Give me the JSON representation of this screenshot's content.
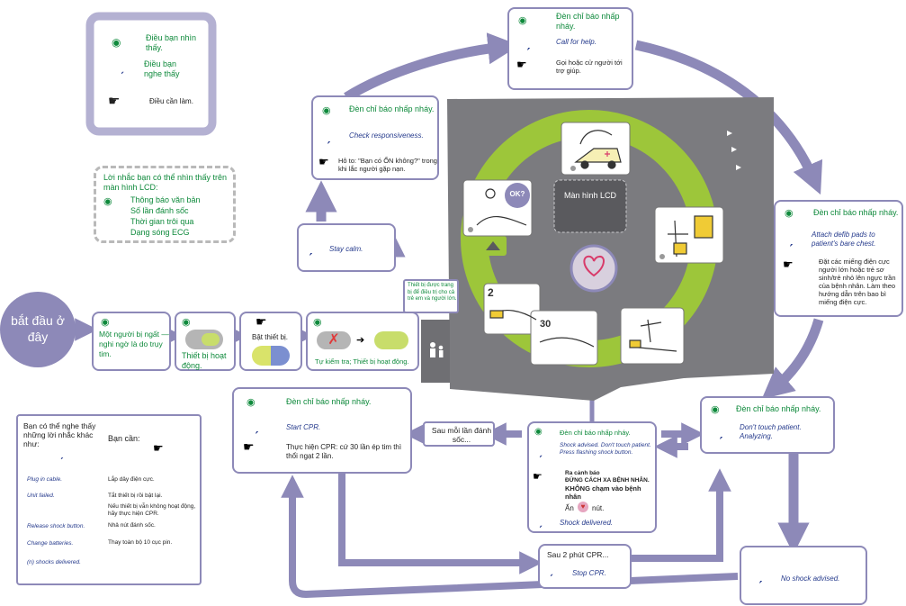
{
  "legend": {
    "see": "Điều bạn nhìn thấy.",
    "hear": "Điều bạn nghe thấy",
    "do": "Điều cần làm."
  },
  "lcd_reminder": {
    "title": "Lời nhắc bạn có thể nhìn thấy trên màn hình LCD:",
    "items": [
      "Thông báo văn bản",
      "Số lần đánh sốc",
      "Thời gian trôi qua",
      "Dạng sóng ECG"
    ]
  },
  "start": {
    "label": "bắt đầu ở đây"
  },
  "steps": {
    "collapse": "Một người bị ngất — nghi ngờ là do trụy tim.",
    "device_active": "Thiết bị hoạt động.",
    "turn_on": "Bật thiết bị.",
    "self_test": "Tự kiểm tra; Thiết bị hoạt động.",
    "adult_child_note": "Thiết bị được trang bị để điều trị cho cả trẻ em và người lớn."
  },
  "stay_calm": {
    "hear": "Stay calm."
  },
  "check": {
    "see": "Đèn chỉ báo nhấp nháy.",
    "hear": "Check responsiveness.",
    "do": "Hô to: \"Bạn có ỔN không?\" trong khi lắc người gặp nạn."
  },
  "call": {
    "see": "Đèn chỉ báo nhấp nháy.",
    "hear": "Call for help.",
    "do": "Gọi hoặc cử người tới trợ giúp."
  },
  "pads": {
    "see": "Đèn chỉ báo nhấp nháy.",
    "hear": "Attach defib pads to patient's bare chest.",
    "do": "Đặt các miếng điện cực người lớn hoặc trẻ sơ sinh/trẻ nhỏ lên ngực trần của bệnh nhân. Làm theo hướng dẫn trên bao bì miếng điện cực."
  },
  "analyze": {
    "see": "Đèn chỉ báo nhấp nháy.",
    "hear": "Don't touch patient. Analyzing."
  },
  "shock": {
    "see": "Đèn chỉ báo nhấp nháy.",
    "hear": "Shock advised. Don't touch patient. Press flashing shock button.",
    "do_1": "Ra cảnh báo",
    "do_2": "ĐỨNG CÁCH XA BỆNH NHÂN.",
    "do_3": "KHÔNG chạm vào bệnh nhân",
    "do_4": "Ấn",
    "do_5": "nút.",
    "hear2": "Shock delivered."
  },
  "cpr": {
    "see": "Đèn chỉ báo nhấp nháy.",
    "hear": "Start CPR.",
    "do": "Thực hiện CPR: cứ 30 lần ép tim thì thổi ngạt 2 lần."
  },
  "after_shock": "Sau mỗi lần đánh sốc...",
  "after_2min": {
    "title": "Sau 2 phút CPR...",
    "hear": "Stop CPR."
  },
  "no_shock": {
    "hear": "No shock advised."
  },
  "lcd_label": "Màn hình LCD",
  "device_labels": {
    "ok": "OK?",
    "two": "2",
    "thirty": "30"
  },
  "prompts": {
    "header_left": "Bạn có thể nghe thấy những lời nhắc khác như:",
    "header_right": "Bạn cần:",
    "rows": [
      {
        "prompt": "Plug in cable.",
        "action": "Lắp dây điện cực."
      },
      {
        "prompt": "Unit failed.",
        "action": "Tắt thiết bị rồi bật lại."
      },
      {
        "prompt": "",
        "action": "Nếu thiết bị vẫn không hoạt động, hãy thực hiện CPR."
      },
      {
        "prompt": "Release shock button.",
        "action": "Nhả nút đánh sốc."
      },
      {
        "prompt": "Change batteries.",
        "action": "Thay toàn bộ 10 cục pin."
      },
      {
        "prompt": "(n) shocks delivered.",
        "action": ""
      }
    ]
  },
  "colors": {
    "flow": "#8d89b8",
    "device": "#7b7b7f",
    "ring": "#9dc63a",
    "green_text": "#0f8a3c"
  }
}
